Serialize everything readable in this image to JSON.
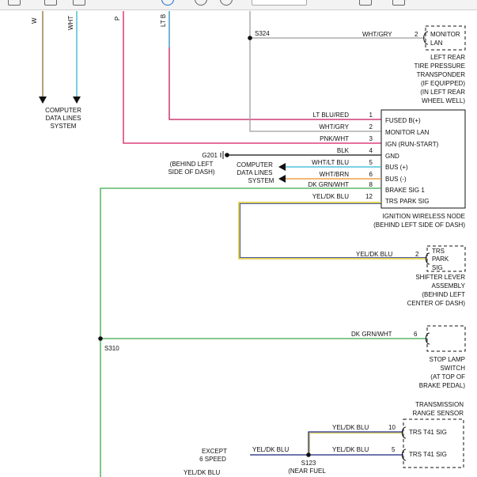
{
  "colors": {
    "pink": "#d81b60",
    "lt_blue_red": "#c2185b",
    "lt_blue": "#2fb5d4",
    "grey": "#9e9e9e",
    "black": "#111111",
    "green": "#3aa64a",
    "yellow": "#c9b800",
    "navy": "#1a237e",
    "blue": "#1565c0",
    "orange": "#f08a24"
  },
  "icons": [
    "arrow-icon",
    "splice-dot-icon",
    "ground-icon",
    "connector-icon"
  ],
  "top_labels": {
    "left_vertical": "W",
    "mid_vertical": "WHT",
    "pink_vertical": "P",
    "lt_vertical": "LT B"
  },
  "cdl_left": [
    "COMPUTER",
    "DATA LINES",
    "SYSTEM"
  ],
  "s324": "S324",
  "monitor_wire": {
    "color": "WHT/GRY",
    "pin": "2",
    "label1": "MONITOR",
    "label2": "LAN"
  },
  "tpms": [
    "LEFT REAR",
    "TIRE PRESSURE",
    "TRANSPONDER",
    "(IF EQUIPPED)",
    "(IN LEFT REAR",
    "WHEEL WELL)"
  ],
  "iwn_wires": [
    {
      "color": "LT BLU/RED",
      "pin": "1",
      "label": "FUSED B(+)"
    },
    {
      "color": "WHT/GRY",
      "pin": "2",
      "label": "MONITOR LAN"
    },
    {
      "color": "PNK/WHT",
      "pin": "3",
      "label": "IGN (RUN-START)"
    },
    {
      "color": "BLK",
      "pin": "4",
      "label": "GND"
    },
    {
      "color": "WHT/LT BLU",
      "pin": "5",
      "label": "BUS (+)"
    },
    {
      "color": "WHT/BRN",
      "pin": "6",
      "label": "BUS (-)"
    },
    {
      "color": "DK GRN/WHT",
      "pin": "8",
      "label": "BRAKE SIG 1"
    },
    {
      "color": "YEL/DK BLU",
      "pin": "12",
      "label": "TRS PARK SIG"
    }
  ],
  "g201": {
    "id": "G201",
    "note1": "(BEHIND LEFT",
    "note2": "SIDE OF DASH)"
  },
  "cdl_mid": [
    "COMPUTER",
    "DATA LINES",
    "SYSTEM"
  ],
  "iwn_name": [
    "IGNITION WIRELESS NODE",
    "(BEHIND LEFT SIDE OF DASH)"
  ],
  "shifter_wire": {
    "color": "YEL/DK BLU",
    "pin": "2",
    "label": [
      "TRS",
      "PARK",
      "SIG"
    ]
  },
  "shifter_name": [
    "SHIFTER LEVER",
    "ASSEMBLY",
    "(BEHIND LEFT",
    "CENTER OF DASH)"
  ],
  "s310": "S310",
  "stop_wire": {
    "color": "DK GRN/WHT",
    "pin": "6"
  },
  "stop_name": [
    "STOP LAMP",
    "SWITCH",
    "(AT TOP OF",
    "BRAKE PEDAL)"
  ],
  "trs_name": [
    "TRANSMISSION",
    "RANGE SENSOR"
  ],
  "trs_wires": [
    {
      "color": "YEL/DK BLU",
      "pin": "10",
      "label": "TRS T41 SIG"
    },
    {
      "color": "YEL/DK BLU",
      "pin": "5",
      "label": "TRS T41 SIG"
    }
  ],
  "s123": {
    "id": "S123",
    "note": "(NEAR FUEL"
  },
  "except": [
    "EXCEPT",
    "6 SPEED"
  ],
  "left_wire": "YEL/DK BLU",
  "bottom_wire": "YEL/DK BLU"
}
